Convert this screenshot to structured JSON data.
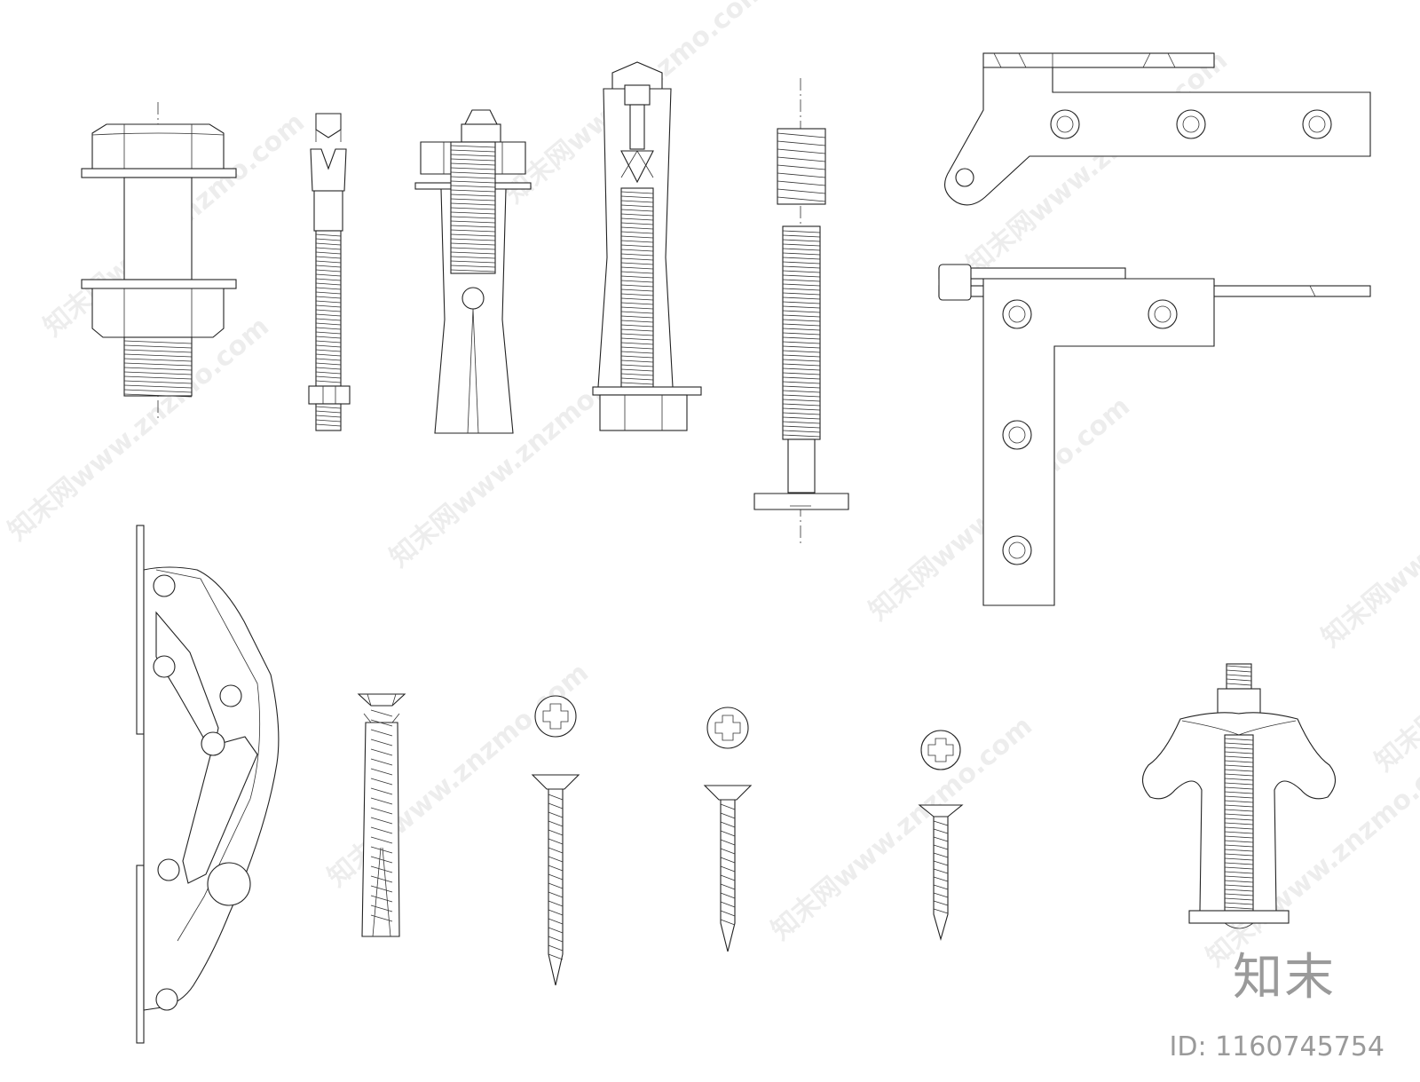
{
  "watermark": {
    "text": "知末网www.znzmo.com"
  },
  "branding": {
    "logo_text": "知末",
    "id_text": "ID: 1160745754"
  },
  "colors": {
    "line": "#222222",
    "background": "#ffffff",
    "brand_gray": "#9a9a9a"
  },
  "components": [
    "hex-bolt-with-nut",
    "wedge-anchor-bolt",
    "sleeve-expansion-anchor",
    "drop-in-expansion-anchor",
    "threaded-insert-bolt",
    "flag-hinge",
    "pivot-hinge",
    "concealed-cabinet-hinge",
    "wall-plug-screw",
    "countersunk-screw-large",
    "countersunk-screw-medium",
    "countersunk-screw-small",
    "adjustable-leveling-foot"
  ]
}
